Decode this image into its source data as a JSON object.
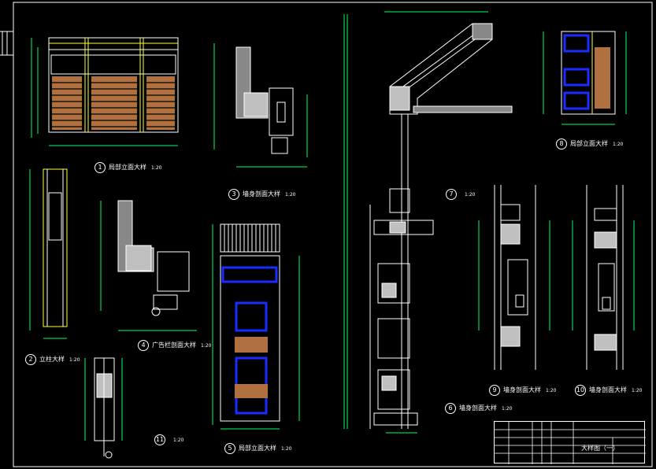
{
  "drawing": {
    "views": [
      {
        "number": "1",
        "title": "局部立面大样",
        "scale": "1:20"
      },
      {
        "number": "2",
        "title": "立柱大样",
        "scale": "1:20"
      },
      {
        "number": "3",
        "title": "墙身剖面大样",
        "scale": "1:20"
      },
      {
        "number": "4",
        "title": "广告栏剖面大样",
        "scale": "1:20"
      },
      {
        "number": "5",
        "title": "局部立面大样",
        "scale": "1:20"
      },
      {
        "number": "6",
        "title": "墙身剖面大样",
        "scale": "1:20"
      },
      {
        "number": "7",
        "title": "",
        "scale": "1:20"
      },
      {
        "number": "8",
        "title": "局部立面大样",
        "scale": "1:20"
      },
      {
        "number": "9",
        "title": "墙身剖面大样",
        "scale": "1:20"
      },
      {
        "number": "10",
        "title": "墙身剖面大样",
        "scale": "1:20"
      },
      {
        "number": "11",
        "title": "",
        "scale": "1:20"
      }
    ],
    "title_block": {
      "sheet_title": "大样图（一）"
    }
  },
  "colors": {
    "background": "#000000",
    "line": "#ffffff",
    "dimension": "#00ff66",
    "accent_blue": "#1a2cff",
    "accent_yellow": "#ffff33",
    "wood": "#b07040",
    "brick": "#c0c0c0"
  }
}
